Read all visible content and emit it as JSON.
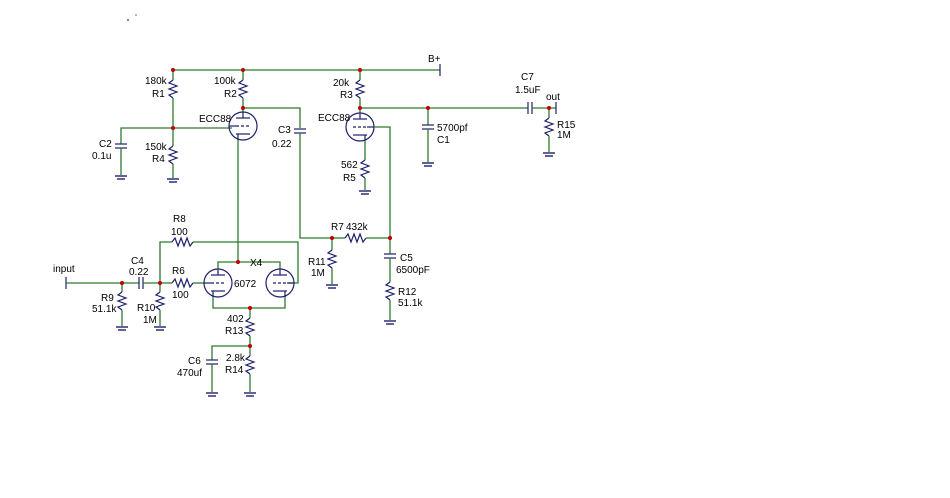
{
  "labels": {
    "bplus": "B+",
    "r1": "R1",
    "r1v": "180k",
    "r2": "R2",
    "r2v": "100k",
    "r3": "R3",
    "r3v": "20k",
    "r4": "R4",
    "r4v": "150k",
    "r5": "R5",
    "r5v": "562",
    "r6": "R6",
    "r6v": "100",
    "r7": "R7",
    "r7v": "432k",
    "r8": "R8",
    "r8v": "100",
    "r9": "R9",
    "r9v": "51.1k",
    "r10": "R10",
    "r10v": "1M",
    "r11": "R11",
    "r11v": "1M",
    "r12": "R12",
    "r12v": "51.1k",
    "r13": "R13",
    "r13v": "402",
    "r14": "R14",
    "r14v": "2.8k",
    "r15": "R15",
    "r15v": "1M",
    "c1": "C1",
    "c1v": "5700pf",
    "c2": "C2",
    "c2v": "0.1u",
    "c3": "C3",
    "c3v": "0.22",
    "c4": "C4",
    "c4v": "0.22",
    "c5": "C5",
    "c5v": "6500pF",
    "c6": "C6",
    "c6v": "470uf",
    "c7": "C7",
    "c7v": "1.5uF",
    "tube1": "ECC88",
    "tube2": "ECC88",
    "x4": "X4",
    "x4v": "6072",
    "input": "input",
    "out": "out"
  }
}
